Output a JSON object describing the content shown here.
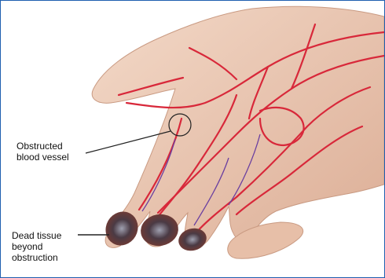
{
  "labels": {
    "obstructed": [
      "Obstructed",
      "blood vessel"
    ],
    "dead_tissue": [
      "Dead tissue",
      "beyond",
      "obstruction"
    ]
  },
  "colors": {
    "frame": "#1f5fb0",
    "skin": "#ecc9b4",
    "skin_shadow": "#d9aa92",
    "artery": "#d8283a",
    "vein": "#6a3fa0",
    "necrosis": "#3a2a2e"
  }
}
